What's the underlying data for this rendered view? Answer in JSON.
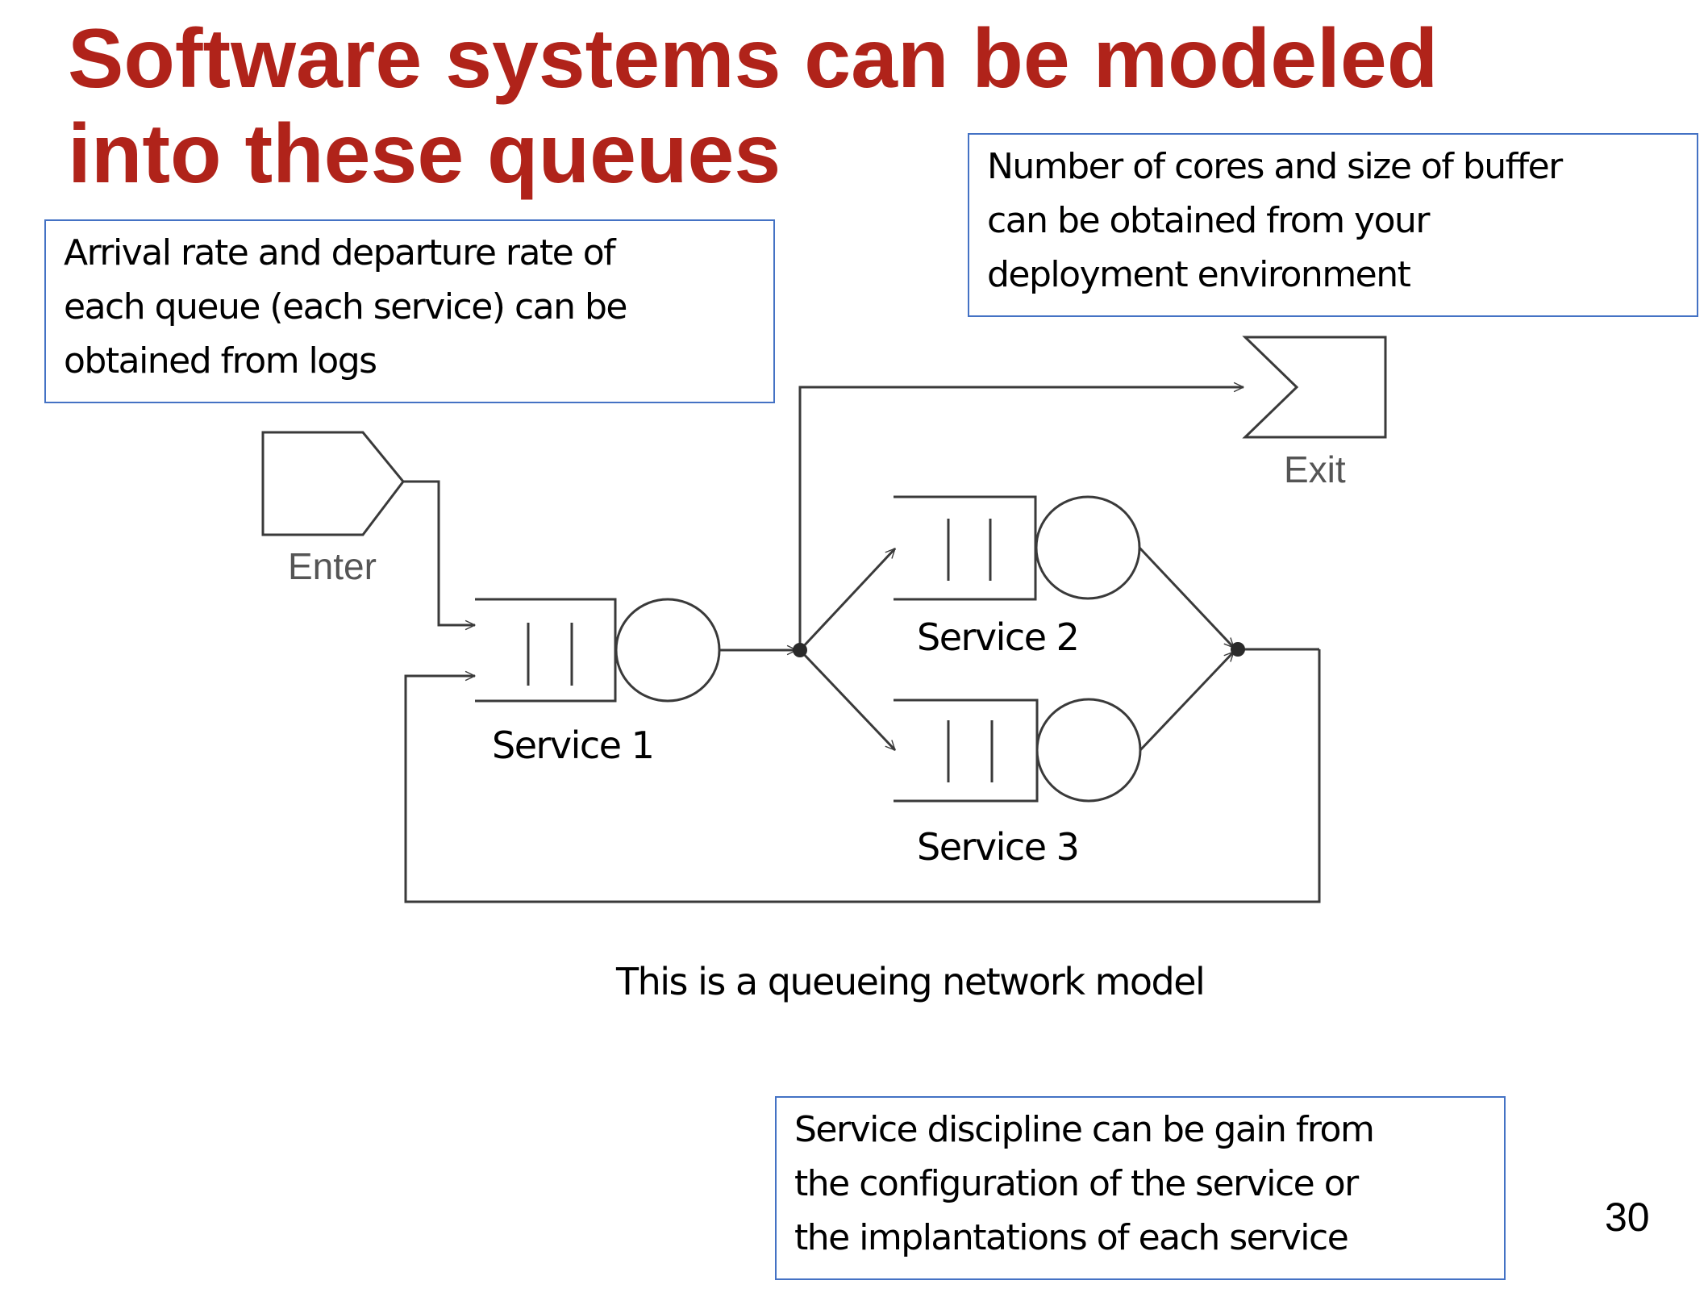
{
  "slide": {
    "title_lines": [
      "Software systems can be modeled",
      "into these queues"
    ],
    "page_number": "30",
    "colors": {
      "title": "#b0231a",
      "note_border": "#4472c4"
    }
  },
  "notes": {
    "arrival": {
      "lines": [
        "Arrival rate and departure rate  of",
        "each queue (each service) can be",
        "obtained from logs"
      ]
    },
    "cores": {
      "lines": [
        "Number of cores and size of buffer",
        "can be obtained from your",
        "deployment environment"
      ]
    },
    "discipline": {
      "lines": [
        "Service discipline can be gain from",
        "the configuration of the service or",
        "the implantations of each service"
      ]
    }
  },
  "diagram": {
    "enter_label": "Enter",
    "exit_label": "Exit",
    "services": [
      {
        "label": "Service 1"
      },
      {
        "label": "Service 2"
      },
      {
        "label": "Service 3"
      }
    ],
    "caption": "This is a queueing network model"
  }
}
